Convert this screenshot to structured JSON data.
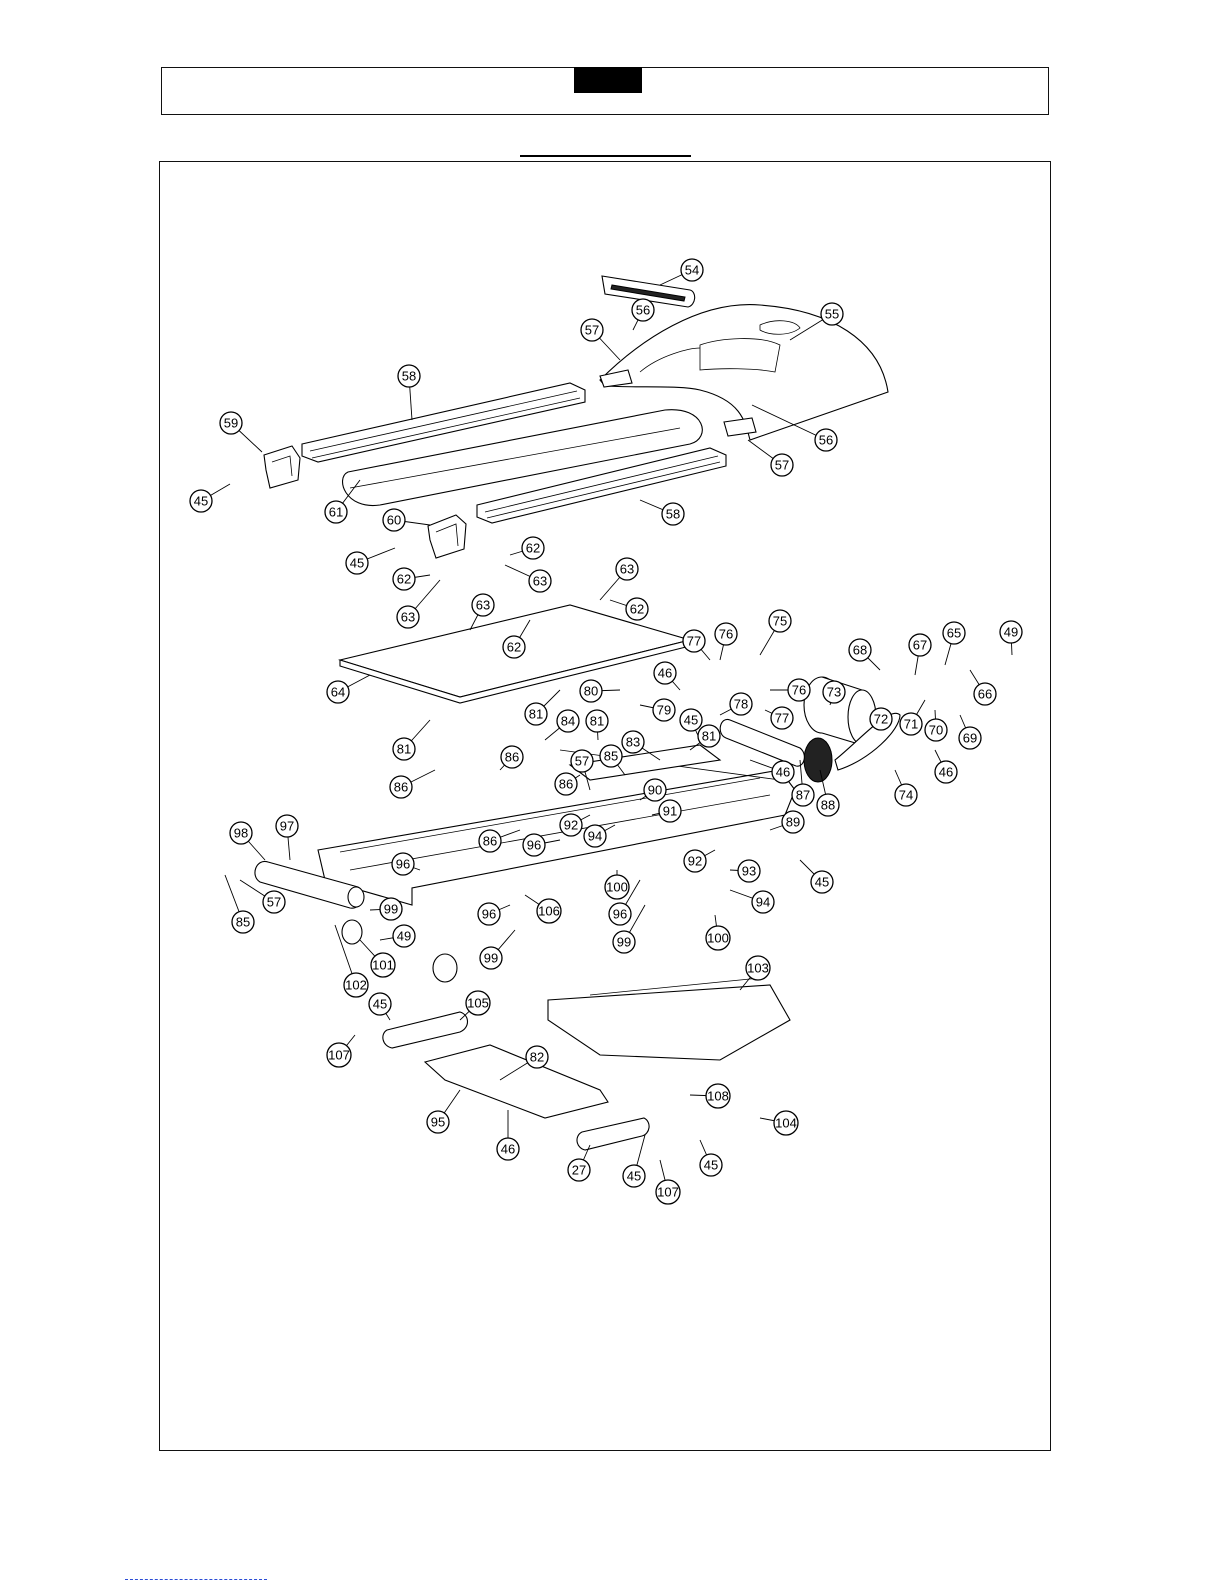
{
  "page": {
    "header_tab_text": "",
    "section_title": ""
  },
  "callouts": [
    "54",
    "55",
    "56",
    "57",
    "56",
    "57",
    "58",
    "59",
    "45",
    "61",
    "60",
    "58",
    "45",
    "62",
    "63",
    "62",
    "63",
    "63",
    "62",
    "63",
    "62",
    "64",
    "81",
    "81",
    "77",
    "76",
    "75",
    "46",
    "80",
    "79",
    "78",
    "76",
    "77",
    "68",
    "67",
    "65",
    "49",
    "66",
    "73",
    "72",
    "71",
    "70",
    "69",
    "45",
    "81",
    "84",
    "81",
    "83",
    "85",
    "57",
    "86",
    "46",
    "87",
    "88",
    "74",
    "46",
    "86",
    "86",
    "90",
    "91",
    "92",
    "94",
    "86",
    "96",
    "89",
    "98",
    "97",
    "96",
    "92",
    "93",
    "45",
    "57",
    "85",
    "99",
    "100",
    "106",
    "96",
    "96",
    "94",
    "49",
    "99",
    "99",
    "100",
    "101",
    "102",
    "103",
    "45",
    "105",
    "107",
    "82",
    "95",
    "46",
    "108",
    "104",
    "27",
    "45",
    "107",
    "45"
  ]
}
